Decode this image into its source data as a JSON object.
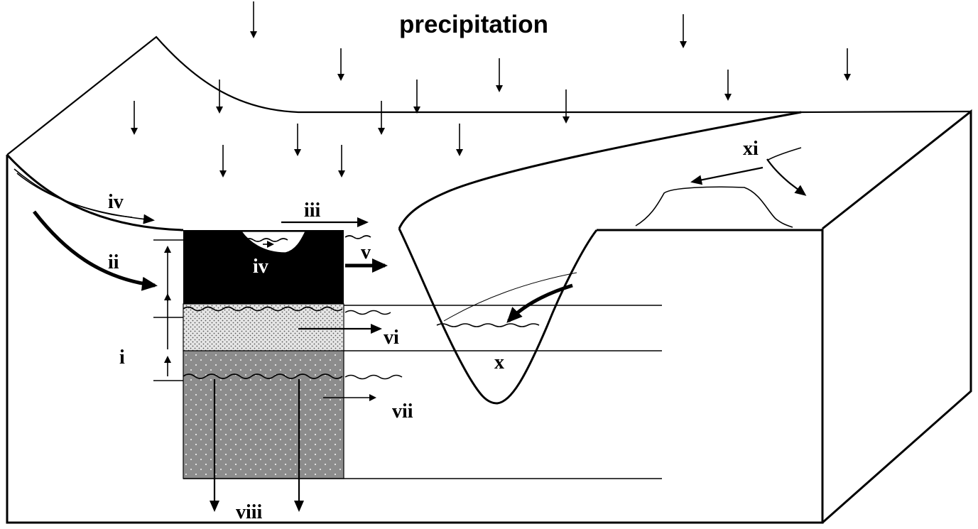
{
  "title": "precipitation",
  "labels": {
    "i": "i",
    "ii": "ii",
    "iii": "iii",
    "iv_surface": "iv",
    "iv_pond": "iv",
    "v": "v",
    "vi": "vi",
    "vii": "vii",
    "viii": "viii",
    "x": "x",
    "xi": "xi"
  },
  "colors": {
    "line": "#000000",
    "background": "#ffffff",
    "top_soil_layer": "#000000",
    "middle_layer": "#d8d8d8",
    "lower_layer": "#8a8a8a"
  }
}
